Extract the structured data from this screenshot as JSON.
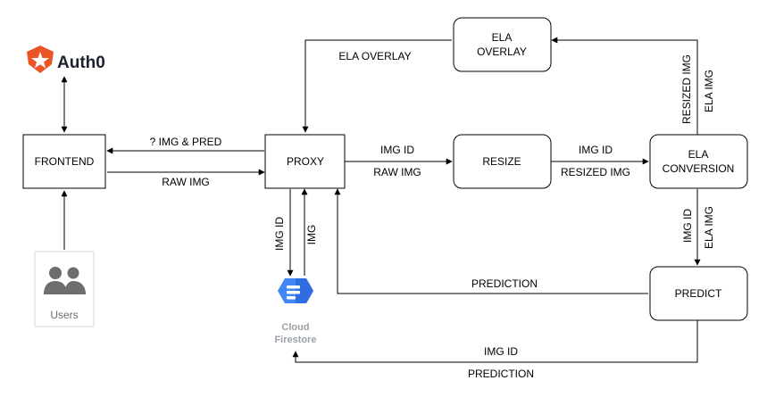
{
  "nodes": {
    "frontend": "FRONTEND",
    "proxy": "PROXY",
    "resize": "RESIZE",
    "ela_overlay_line1": "ELA",
    "ela_overlay_line2": "OVERLAY",
    "ela_conversion_line1": "ELA",
    "ela_conversion_line2": "CONVERSION",
    "predict": "PREDICT"
  },
  "logos": {
    "auth0": "Auth0",
    "firestore_line1": "Cloud",
    "firestore_line2": "Firestore",
    "users": "Users"
  },
  "edges": {
    "ela_overlay": "ELA OVERLAY",
    "img_and_pred": "? IMG & PRED",
    "raw_img_frontend": "RAW IMG",
    "img_id_proxy_resize": "IMG ID",
    "raw_img_proxy_resize": "RAW IMG",
    "img_id_resize_ela": "IMG ID",
    "resized_img_resize_ela": "RESIZED IMG",
    "resized_img_vertical": "RESIZED IMG",
    "ela_img_vertical_top": "ELA IMG",
    "img_id_proxy_firestore": "IMG ID",
    "img_proxy_firestore": "IMG",
    "img_id_vertical_predict": "IMG ID",
    "ela_img_vertical_predict": "ELA IMG",
    "prediction_to_proxy": "PREDICTION",
    "img_id_to_firestore": "IMG ID",
    "prediction_to_firestore": "PREDICTION"
  },
  "colors": {
    "auth0_orange": "#eb5424",
    "firestore_blue": "#4285f4",
    "users_gray": "#6e6e6e"
  }
}
